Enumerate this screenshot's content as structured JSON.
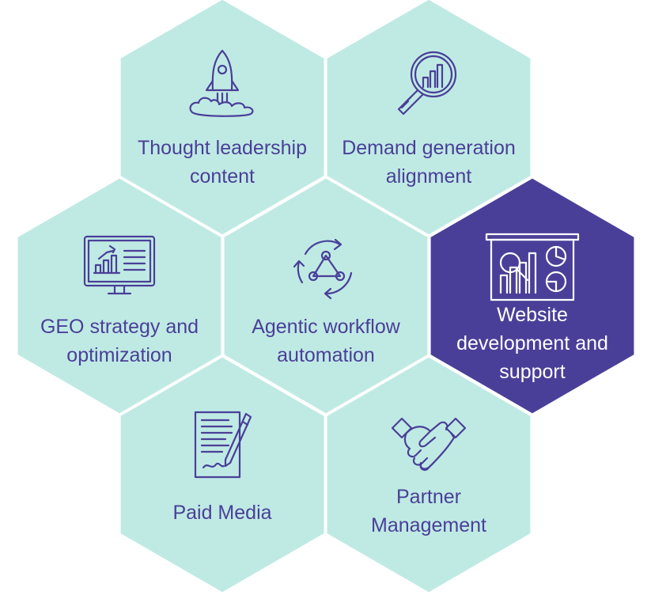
{
  "colors": {
    "tile_fill": "#bfeae4",
    "tile_text": "#4a3f98",
    "highlight_fill": "#4a3f98",
    "highlight_text": "#ffffff",
    "gap": "#ffffff"
  },
  "tiles": [
    {
      "id": "thought-leadership",
      "icon": "rocket-icon",
      "highlighted": false,
      "lines": [
        "Thought leadership",
        "content"
      ]
    },
    {
      "id": "demand-generation",
      "icon": "magnifier-chart-icon",
      "highlighted": false,
      "lines": [
        "Demand generation",
        "alignment"
      ]
    },
    {
      "id": "geo-strategy",
      "icon": "monitor-chart-icon",
      "highlighted": false,
      "lines": [
        "GEO strategy and",
        "optimization"
      ]
    },
    {
      "id": "agentic-workflow",
      "icon": "workflow-cycle-icon",
      "highlighted": false,
      "lines": [
        "Agentic workflow",
        "automation"
      ]
    },
    {
      "id": "website-development",
      "icon": "dashboard-board-icon",
      "highlighted": true,
      "lines": [
        "Website",
        "development and",
        "support"
      ]
    },
    {
      "id": "paid-media",
      "icon": "document-pen-icon",
      "highlighted": false,
      "lines": [
        "Paid Media"
      ]
    },
    {
      "id": "partner-management",
      "icon": "handshake-icon",
      "highlighted": false,
      "lines": [
        "Partner",
        "Management"
      ]
    }
  ]
}
